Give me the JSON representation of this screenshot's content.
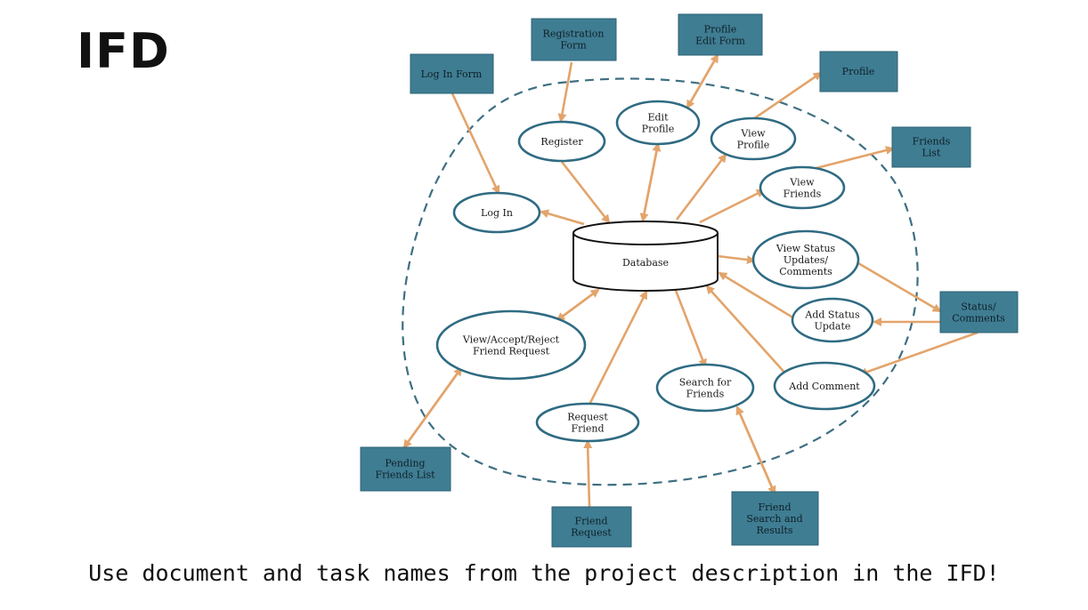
{
  "title": "IFD",
  "footer": "Use document and task names from the project description in the IFD!",
  "colors": {
    "box_fill": "#3f7d93",
    "ellipse_stroke": "#2f6b82",
    "arrow": "#e3a46b",
    "boundary": "#3e6f82"
  },
  "datastore": {
    "label": "Database"
  },
  "processes": {
    "log_in": [
      "Log In"
    ],
    "register": [
      "Register"
    ],
    "edit_profile": [
      "Edit",
      "Profile"
    ],
    "view_profile": [
      "View",
      "Profile"
    ],
    "view_friends": [
      "View",
      "Friends"
    ],
    "view_status": [
      "View Status",
      "Updates/",
      "Comments"
    ],
    "add_status": [
      "Add Status",
      "Update"
    ],
    "add_comment": [
      "Add Comment"
    ],
    "search_friends": [
      "Search for",
      "Friends"
    ],
    "request_friend": [
      "Request",
      "Friend"
    ],
    "view_accept": [
      "View/Accept/Reject",
      "Friend Request"
    ]
  },
  "documents": {
    "log_in_form": [
      "Log In Form"
    ],
    "registration_form": [
      "Registration",
      "Form"
    ],
    "profile_edit_form": [
      "Profile",
      "Edit Form"
    ],
    "profile": [
      "Profile"
    ],
    "friends_list": [
      "Friends",
      "List"
    ],
    "status_comments": [
      "Status/",
      "Comments"
    ],
    "pending_friends": [
      "Pending",
      "Friends List"
    ],
    "friend_request": [
      "Friend",
      "Request"
    ],
    "friend_search": [
      "Friend",
      "Search and",
      "Results"
    ]
  }
}
